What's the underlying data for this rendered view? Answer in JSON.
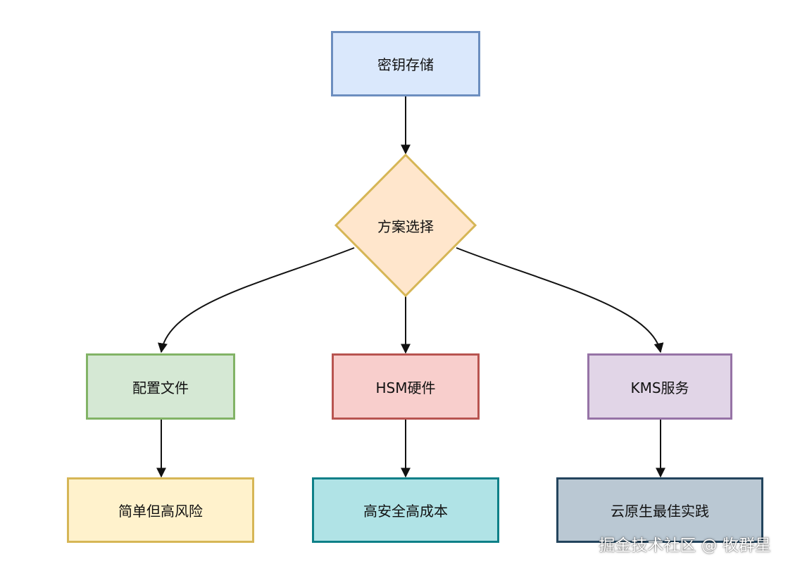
{
  "diagram": {
    "nodes": {
      "root": {
        "label": "密钥存储",
        "fill": "#dae8fc",
        "stroke": "#6c8ebf"
      },
      "decision": {
        "label": "方案选择",
        "fill": "#ffe6cc",
        "stroke": "#d6b656"
      },
      "config": {
        "label": "配置文件",
        "fill": "#d5e8d4",
        "stroke": "#82b366"
      },
      "hsm": {
        "label": "HSM硬件",
        "fill": "#f8cecc",
        "stroke": "#b85450"
      },
      "kms": {
        "label": "KMS服务",
        "fill": "#e1d5e7",
        "stroke": "#9673a6"
      },
      "simple": {
        "label": "简单但高风险",
        "fill": "#fff2cc",
        "stroke": "#d6b656"
      },
      "secure": {
        "label": "高安全高成本",
        "fill": "#b0e3e6",
        "stroke": "#0e8088"
      },
      "cloud": {
        "label": "云原生最佳实践",
        "fill": "#bac8d3",
        "stroke": "#23445d"
      }
    },
    "edges": [
      {
        "from": "root",
        "to": "decision"
      },
      {
        "from": "decision",
        "to": "config"
      },
      {
        "from": "decision",
        "to": "hsm"
      },
      {
        "from": "decision",
        "to": "kms"
      },
      {
        "from": "config",
        "to": "simple"
      },
      {
        "from": "hsm",
        "to": "secure"
      },
      {
        "from": "kms",
        "to": "cloud"
      }
    ]
  },
  "watermark": "掘金技术社区 @ 牧群星"
}
